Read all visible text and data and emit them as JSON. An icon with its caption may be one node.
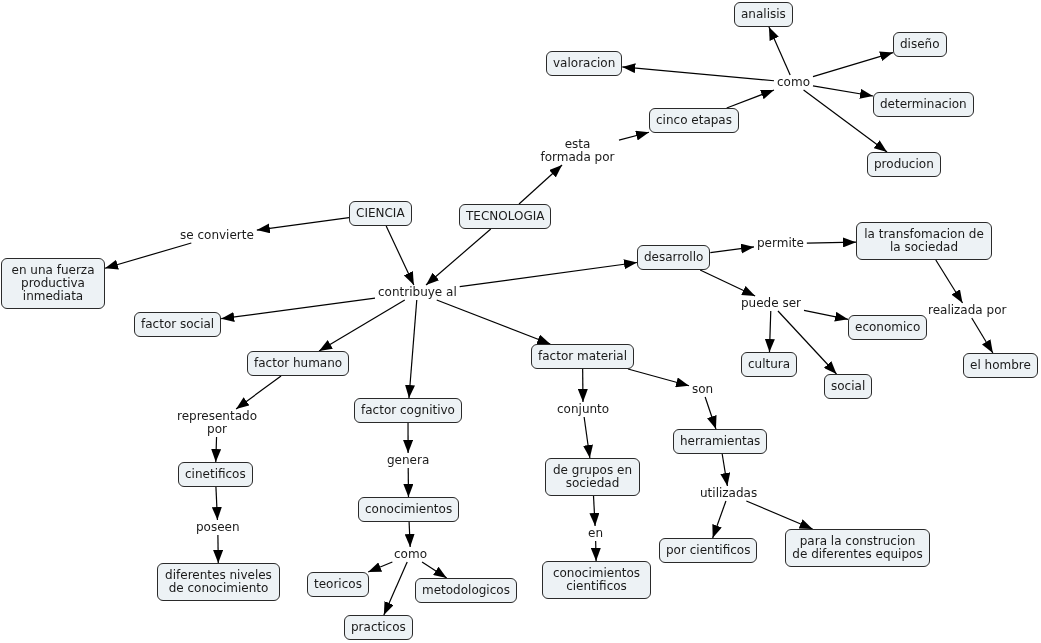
{
  "diagram": {
    "nodes": [
      {
        "text": [
          "analisis"
        ]
      },
      {
        "text": [
          "diseño"
        ]
      },
      {
        "text": [
          "valoracion"
        ]
      },
      {
        "text": [
          "como"
        ]
      },
      {
        "text": [
          "determinacion"
        ]
      },
      {
        "text": [
          "cinco etapas"
        ]
      },
      {
        "text": [
          "esta formada por"
        ]
      },
      {
        "text": [
          "producion"
        ]
      },
      {
        "text": [
          "CIENCIA"
        ]
      },
      {
        "text": [
          "TECNOLOGIA"
        ]
      },
      {
        "text": [
          "la transfomacion de la sociedad"
        ]
      },
      {
        "text": [
          "se convierte"
        ]
      },
      {
        "text": [
          "desarrollo"
        ]
      },
      {
        "text": [
          "permite"
        ]
      },
      {
        "text": [
          "en una fuerza productiva inmediata"
        ]
      },
      {
        "text": [
          "contribuye al"
        ]
      },
      {
        "text": [
          "puede ser"
        ]
      },
      {
        "text": [
          "realizada por"
        ]
      },
      {
        "text": [
          "factor social"
        ]
      },
      {
        "text": [
          "economico"
        ]
      },
      {
        "text": [
          "factor material"
        ]
      },
      {
        "text": [
          "factor humano"
        ]
      },
      {
        "text": [
          "cultura"
        ]
      },
      {
        "text": [
          "el hombre"
        ]
      },
      {
        "text": [
          "social"
        ]
      },
      {
        "text": [
          "son"
        ]
      },
      {
        "text": [
          "factor cognitivo"
        ]
      },
      {
        "text": [
          "conjunto"
        ]
      },
      {
        "text": [
          "representado por"
        ]
      },
      {
        "text": [
          "herramientas"
        ]
      },
      {
        "text": [
          "genera"
        ]
      },
      {
        "text": [
          "cinetificos"
        ]
      },
      {
        "text": [
          "de grupos en sociedad"
        ]
      },
      {
        "text": [
          "utilizadas"
        ]
      },
      {
        "text": [
          "conocimientos"
        ]
      },
      {
        "text": [
          "poseen"
        ]
      },
      {
        "text": [
          "en"
        ]
      },
      {
        "text": [
          "por cientificos"
        ]
      },
      {
        "text": [
          "para la construcion de diferentes equipos"
        ]
      },
      {
        "text": [
          "como"
        ]
      },
      {
        "text": [
          "diferentes niveles de conocimiento"
        ]
      },
      {
        "text": [
          "teoricos"
        ]
      },
      {
        "text": [
          "conocimientos cientificos"
        ]
      },
      {
        "text": [
          "metodologicos"
        ]
      },
      {
        "text": [
          "practicos"
        ]
      }
    ],
    "edges": [
      {
        "from": 9,
        "to": 6,
        "arrow": "to"
      },
      {
        "from": 6,
        "to": 5,
        "arrow": "to"
      },
      {
        "from": 5,
        "to": 3,
        "arrow": "to"
      },
      {
        "from": 3,
        "to": 0,
        "arrow": "to"
      },
      {
        "from": 3,
        "to": 2,
        "arrow": "to"
      },
      {
        "from": 3,
        "to": 1,
        "arrow": "to"
      },
      {
        "from": 3,
        "to": 4,
        "arrow": "to"
      },
      {
        "from": 3,
        "to": 7,
        "arrow": "to"
      },
      {
        "from": 8,
        "to": 11,
        "arrow": "to"
      },
      {
        "from": 11,
        "to": 14,
        "arrow": "to"
      },
      {
        "from": 8,
        "to": 15,
        "arrow": "to"
      },
      {
        "from": 9,
        "to": 15,
        "arrow": "to"
      },
      {
        "from": 15,
        "to": 12,
        "arrow": "to"
      },
      {
        "from": 15,
        "to": 18,
        "arrow": "to"
      },
      {
        "from": 15,
        "to": 21,
        "arrow": "to"
      },
      {
        "from": 15,
        "to": 26,
        "arrow": "to"
      },
      {
        "from": 15,
        "to": 20,
        "arrow": "to"
      },
      {
        "from": 12,
        "to": 13,
        "arrow": "to"
      },
      {
        "from": 13,
        "to": 10,
        "arrow": "to"
      },
      {
        "from": 10,
        "to": 17,
        "arrow": "to"
      },
      {
        "from": 17,
        "to": 23,
        "arrow": "to"
      },
      {
        "from": 12,
        "to": 16,
        "arrow": "to"
      },
      {
        "from": 16,
        "to": 19,
        "arrow": "to"
      },
      {
        "from": 16,
        "to": 22,
        "arrow": "to"
      },
      {
        "from": 16,
        "to": 24,
        "arrow": "to"
      },
      {
        "from": 21,
        "to": 28,
        "arrow": "to"
      },
      {
        "from": 28,
        "to": 31,
        "arrow": "to"
      },
      {
        "from": 31,
        "to": 35,
        "arrow": "to"
      },
      {
        "from": 35,
        "to": 40,
        "arrow": "to"
      },
      {
        "from": 26,
        "to": 30,
        "arrow": "to"
      },
      {
        "from": 30,
        "to": 34,
        "arrow": "to"
      },
      {
        "from": 34,
        "to": 39,
        "arrow": "to"
      },
      {
        "from": 39,
        "to": 41,
        "arrow": "to"
      },
      {
        "from": 39,
        "to": 44,
        "arrow": "to"
      },
      {
        "from": 39,
        "to": 43,
        "arrow": "to"
      },
      {
        "from": 20,
        "to": 27,
        "arrow": "to"
      },
      {
        "from": 27,
        "to": 32,
        "arrow": "to"
      },
      {
        "from": 32,
        "to": 36,
        "arrow": "to"
      },
      {
        "from": 36,
        "to": 42,
        "arrow": "to"
      },
      {
        "from": 20,
        "to": 25,
        "arrow": "to"
      },
      {
        "from": 25,
        "to": 29,
        "arrow": "to"
      },
      {
        "from": 29,
        "to": 33,
        "arrow": "to"
      },
      {
        "from": 33,
        "to": 37,
        "arrow": "to"
      },
      {
        "from": 33,
        "to": 38,
        "arrow": "to"
      }
    ]
  }
}
